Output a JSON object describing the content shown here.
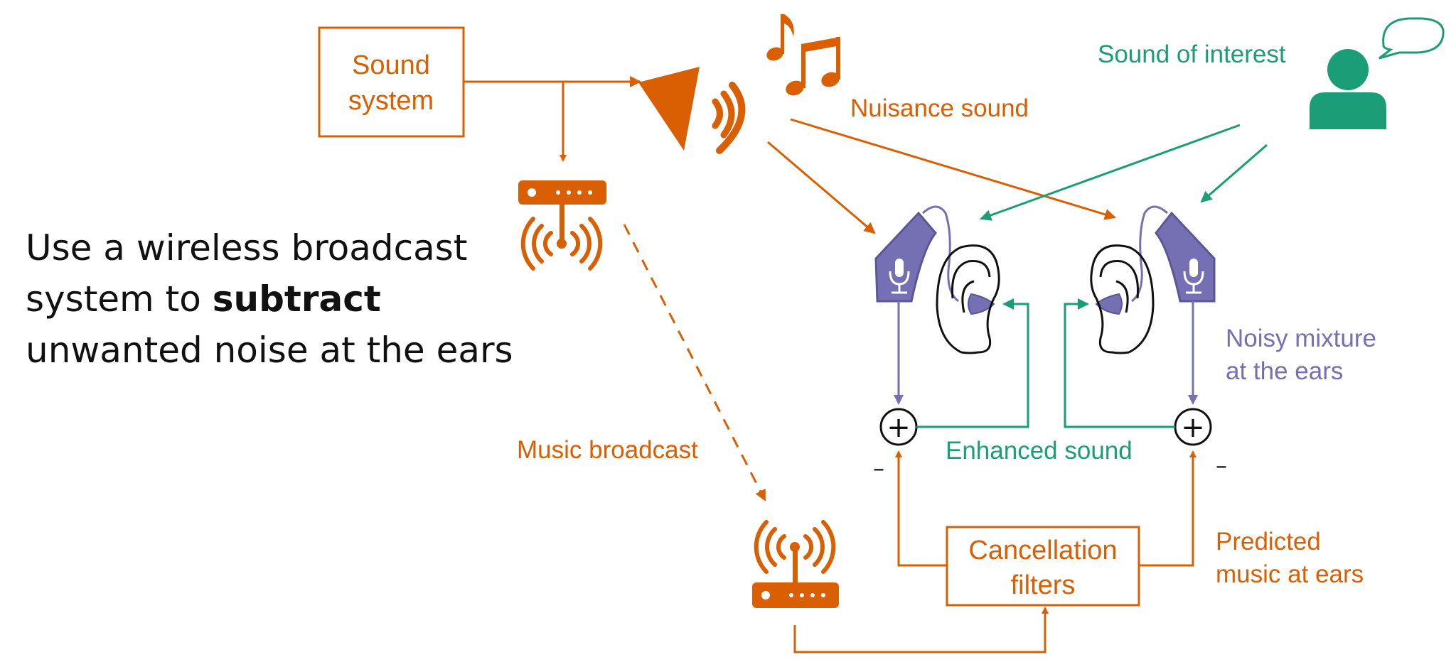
{
  "colors": {
    "orange": "#d95f02",
    "green": "#1b9e77",
    "purple": "#7570b3",
    "black": "#111111"
  },
  "headline": {
    "line1": "Use a wireless broadcast",
    "line2_prefix": "system to ",
    "line2_bold": "subtract",
    "line3": "unwanted noise at the ears"
  },
  "labels": {
    "sound_system_1": "Sound",
    "sound_system_2": "system",
    "nuisance_sound": "Nuisance sound",
    "sound_of_interest": "Sound of interest",
    "music_broadcast": "Music broadcast",
    "enhanced_sound": "Enhanced sound",
    "noisy_mixture_1": "Noisy mixture",
    "noisy_mixture_2": "at the ears",
    "cancellation_1": "Cancellation",
    "cancellation_2": "filters",
    "predicted_1": "Predicted",
    "predicted_2": "music at ears",
    "plus": "+",
    "minus": "–"
  },
  "icons": [
    "speaker-icon",
    "music-notes-icon",
    "person-icon",
    "speech-bubble-icon",
    "wireless-transmitter-icon",
    "wireless-receiver-icon",
    "hearing-aid-icon",
    "ear-icon",
    "microphone-icon",
    "summing-junction-icon"
  ]
}
